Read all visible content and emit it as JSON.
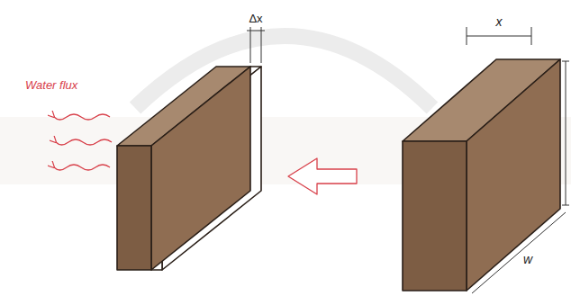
{
  "diagram": {
    "labels": [
      "Water flux",
      "Δx",
      "x",
      "w"
    ]
  }
}
